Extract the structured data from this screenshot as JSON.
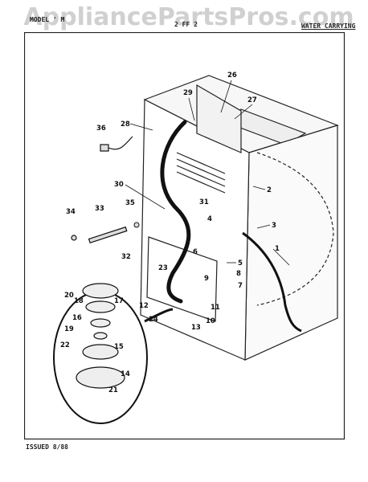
{
  "watermark": "AppliancePartsPros.com",
  "header": {
    "left": "MODEL ' M",
    "mid": "2 FF 2",
    "right": "WATER CARRYING"
  },
  "footer": {
    "issued": "ISSUED 8/88"
  },
  "callouts": [
    "1",
    "2",
    "3",
    "4",
    "5",
    "6",
    "7",
    "8",
    "9",
    "10",
    "11",
    "12",
    "13",
    "14",
    "15",
    "16",
    "17",
    "18",
    "19",
    "20",
    "21",
    "22",
    "23",
    "24",
    "26",
    "27",
    "28",
    "29",
    "30",
    "31",
    "32",
    "33",
    "34",
    "35",
    "36"
  ]
}
